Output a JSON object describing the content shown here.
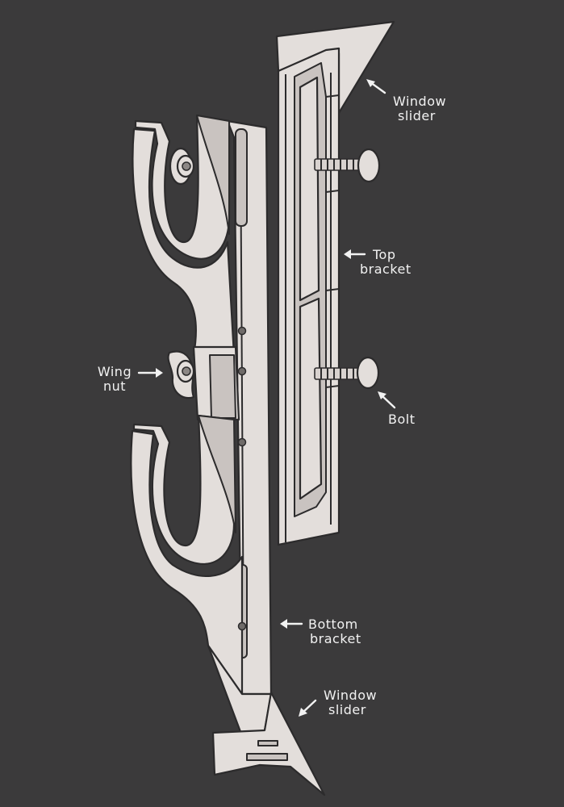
{
  "labels": {
    "window_slider_top": [
      "Window",
      "slider"
    ],
    "top_bracket": [
      "Top",
      "bracket"
    ],
    "bolt": [
      "Bolt"
    ],
    "wing_nut": [
      "Wing",
      "nut"
    ],
    "bottom_bracket": [
      "Bottom",
      "bracket"
    ],
    "window_slider_bottom": [
      "Window",
      "slider"
    ]
  },
  "colors": {
    "background": "#3b3a3b",
    "part_fill": "#e3dedb",
    "outline": "#2c2b2c",
    "label_text": "#f2f2f2"
  }
}
